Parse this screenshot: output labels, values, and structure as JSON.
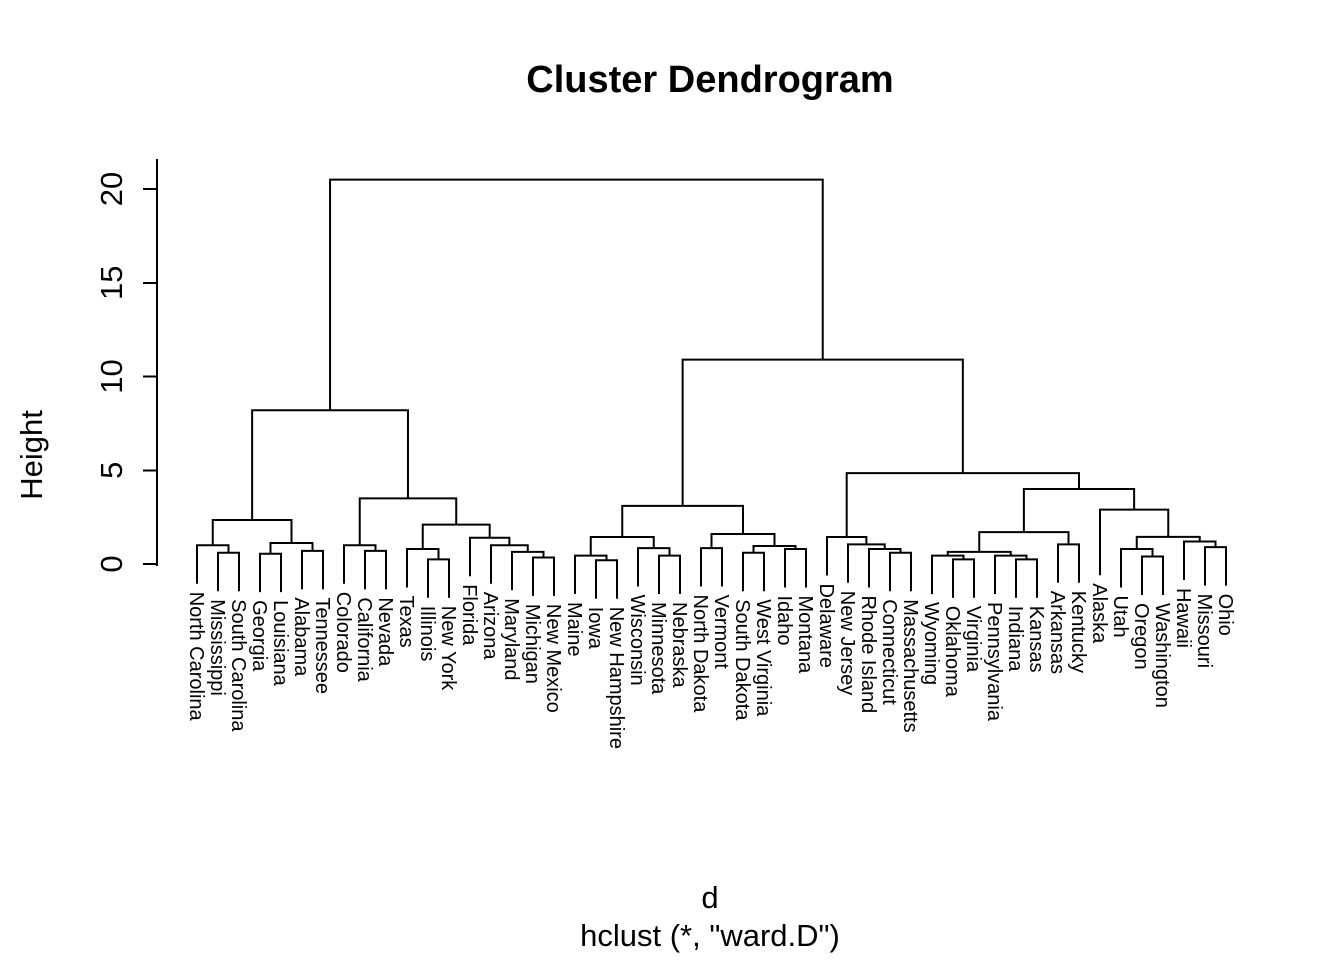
{
  "title": "Cluster Dendrogram",
  "y_axis": {
    "label": "Height",
    "ticks": [
      0,
      5,
      10,
      15,
      20
    ]
  },
  "x_axis": {
    "label_line1": "d",
    "label_line2": "hclust (*, \"ward.D\")"
  },
  "colors": {
    "line": "#000000",
    "text": "#000000",
    "background": "#ffffff"
  },
  "chart_data": {
    "type": "dendrogram",
    "title": "Cluster Dendrogram",
    "clustering_method": "ward.D",
    "distance_object": "d",
    "ylabel": "Height",
    "ylim": [
      0,
      21
    ],
    "n_leaves": 50,
    "leaf_order": [
      "North Carolina",
      "Mississippi",
      "South Carolina",
      "Georgia",
      "Louisiana",
      "Alabama",
      "Tennessee",
      "Colorado",
      "California",
      "Nevada",
      "Texas",
      "Illinois",
      "New York",
      "Florida",
      "Arizona",
      "Maryland",
      "Michigan",
      "New Mexico",
      "Maine",
      "Iowa",
      "New Hampshire",
      "Wisconsin",
      "Minnesota",
      "Nebraska",
      "North Dakota",
      "Vermont",
      "South Dakota",
      "West Virginia",
      "Idaho",
      "Montana",
      "Delaware",
      "New Jersey",
      "Rhode Island",
      "Connecticut",
      "Massachusetts",
      "Wyoming",
      "Oklahoma",
      "Virginia",
      "Pennsylvania",
      "Indiana",
      "Kansas",
      "Arkansas",
      "Kentucky",
      "Alaska",
      "Utah",
      "Oregon",
      "Washington",
      "Hawaii",
      "Missouri",
      "Ohio"
    ],
    "tree": {
      "h": 20.5,
      "c": [
        {
          "h": 8.2,
          "c": [
            {
              "h": 2.35,
              "c": [
                {
                  "h": 1.0,
                  "c": [
                    "North Carolina",
                    {
                      "h": 0.6,
                      "c": [
                        "Mississippi",
                        "South Carolina"
                      ]
                    }
                  ]
                },
                {
                  "h": 1.12,
                  "c": [
                    {
                      "h": 0.55,
                      "c": [
                        "Georgia",
                        "Louisiana"
                      ]
                    },
                    {
                      "h": 0.7,
                      "c": [
                        "Alabama",
                        "Tennessee"
                      ]
                    }
                  ]
                }
              ]
            },
            {
              "h": 3.5,
              "c": [
                {
                  "h": 1.0,
                  "c": [
                    "Colorado",
                    {
                      "h": 0.7,
                      "c": [
                        "California",
                        "Nevada"
                      ]
                    }
                  ]
                },
                {
                  "h": 2.1,
                  "c": [
                    {
                      "h": 0.8,
                      "c": [
                        "Texas",
                        {
                          "h": 0.25,
                          "c": [
                            "Illinois",
                            "New York"
                          ]
                        }
                      ]
                    },
                    {
                      "h": 1.4,
                      "c": [
                        "Florida",
                        {
                          "h": 1.0,
                          "c": [
                            "Arizona",
                            {
                              "h": 0.65,
                              "c": [
                                "Maryland",
                                {
                                  "h": 0.35,
                                  "c": [
                                    "Michigan",
                                    "New Mexico"
                                  ]
                                }
                              ]
                            }
                          ]
                        }
                      ]
                    }
                  ]
                }
              ]
            }
          ]
        },
        {
          "h": 10.9,
          "c": [
            {
              "h": 3.1,
              "c": [
                {
                  "h": 1.44,
                  "c": [
                    {
                      "h": 0.45,
                      "c": [
                        "Maine",
                        {
                          "h": 0.2,
                          "c": [
                            "Iowa",
                            "New Hampshire"
                          ]
                        }
                      ]
                    },
                    {
                      "h": 0.85,
                      "c": [
                        "Wisconsin",
                        {
                          "h": 0.45,
                          "c": [
                            "Minnesota",
                            "Nebraska"
                          ]
                        }
                      ]
                    }
                  ]
                },
                {
                  "h": 1.6,
                  "c": [
                    {
                      "h": 0.85,
                      "c": [
                        "North Dakota",
                        "Vermont"
                      ]
                    },
                    {
                      "h": 0.96,
                      "c": [
                        {
                          "h": 0.6,
                          "c": [
                            "South Dakota",
                            "West Virginia"
                          ]
                        },
                        {
                          "h": 0.8,
                          "c": [
                            "Idaho",
                            "Montana"
                          ]
                        }
                      ]
                    }
                  ]
                }
              ]
            },
            {
              "h": 4.85,
              "c": [
                {
                  "h": 1.44,
                  "c": [
                    "Delaware",
                    {
                      "h": 1.05,
                      "c": [
                        "New Jersey",
                        {
                          "h": 0.8,
                          "c": [
                            "Rhode Island",
                            {
                              "h": 0.6,
                              "c": [
                                "Connecticut",
                                "Massachusetts"
                              ]
                            }
                          ]
                        }
                      ]
                    }
                  ]
                },
                {
                  "h": 4.0,
                  "c": [
                    {
                      "h": 1.7,
                      "c": [
                        {
                          "h": 0.65,
                          "c": [
                            {
                              "h": 0.45,
                              "c": [
                                "Wyoming",
                                {
                                  "h": 0.25,
                                  "c": [
                                    "Oklahoma",
                                    "Virginia"
                                  ]
                                }
                              ]
                            },
                            {
                              "h": 0.45,
                              "c": [
                                "Pennsylvania",
                                {
                                  "h": 0.25,
                                  "c": [
                                    "Indiana",
                                    "Kansas"
                                  ]
                                }
                              ]
                            }
                          ]
                        },
                        {
                          "h": 1.05,
                          "c": [
                            "Arkansas",
                            "Kentucky"
                          ]
                        }
                      ]
                    },
                    {
                      "h": 2.9,
                      "c": [
                        "Alaska",
                        {
                          "h": 1.45,
                          "c": [
                            {
                              "h": 0.8,
                              "c": [
                                "Utah",
                                {
                                  "h": 0.4,
                                  "c": [
                                    "Oregon",
                                    "Washington"
                                  ]
                                }
                              ]
                            },
                            {
                              "h": 1.2,
                              "c": [
                                "Hawaii",
                                {
                                  "h": 0.9,
                                  "c": [
                                    "Missouri",
                                    "Ohio"
                                  ]
                                }
                              ]
                            }
                          ]
                        }
                      ]
                    }
                  ]
                }
              ]
            }
          ]
        }
      ]
    }
  }
}
